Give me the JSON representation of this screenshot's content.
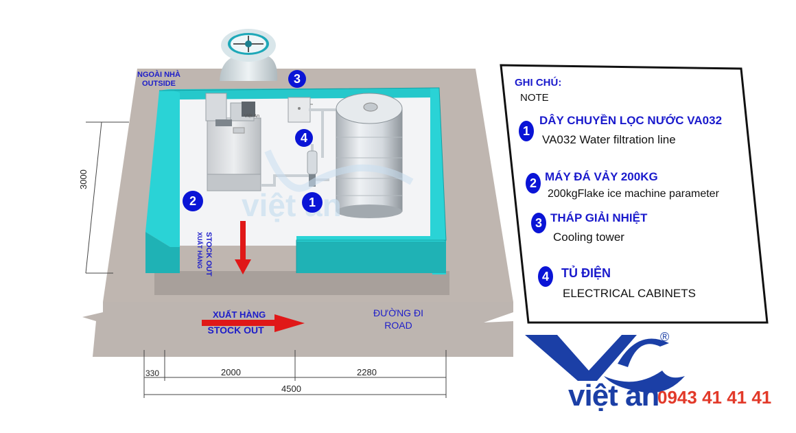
{
  "plan": {
    "outside_label": [
      "NGOÀI NHÀ",
      "OUTSIDE"
    ],
    "road_label": [
      "ĐƯỜNG ĐI",
      "ROAD"
    ],
    "stock_out_horizontal": [
      "XUẤT HÀNG",
      "STOCK OUT"
    ],
    "stock_out_vertical": [
      "STOCK OUT",
      "XUẤT HÀNG"
    ],
    "watermark": "việt an",
    "machine_tag": "Việt An",
    "badges": [
      "1",
      "2",
      "3",
      "4"
    ]
  },
  "dimensions": {
    "depth": "3000",
    "left_gap": "330",
    "middle": "2000",
    "right": "2280",
    "total": "4500"
  },
  "note": {
    "title": "GHI CHÚ:",
    "subtitle": "NOTE",
    "items": [
      {
        "num": "1",
        "vi": "DÂY CHUYỀN LỌC NƯỚC VA032",
        "en": "VA032  Water filtration line"
      },
      {
        "num": "2",
        "vi": "MÁY ĐÁ VẢY 200KG",
        "en": "200kgFlake ice machine parameter"
      },
      {
        "num": "3",
        "vi": "THÁP GIẢI NHIỆT",
        "en": "Cooling tower"
      },
      {
        "num": "4",
        "vi": "TỦ ĐIỆN",
        "en": "ELECTRICAL CABINETS"
      }
    ]
  },
  "brand": {
    "name": "việt an",
    "phone": "0943 41 41 41",
    "registered": "®"
  },
  "colors": {
    "wall": "#2ad3d6",
    "floor": "#f3f4f6",
    "ground": "#bfb6b0",
    "badge": "#0a14d6",
    "arrow": "#e01818",
    "brand_blue": "#1b3fa6",
    "phone_red": "#e23a2a"
  }
}
